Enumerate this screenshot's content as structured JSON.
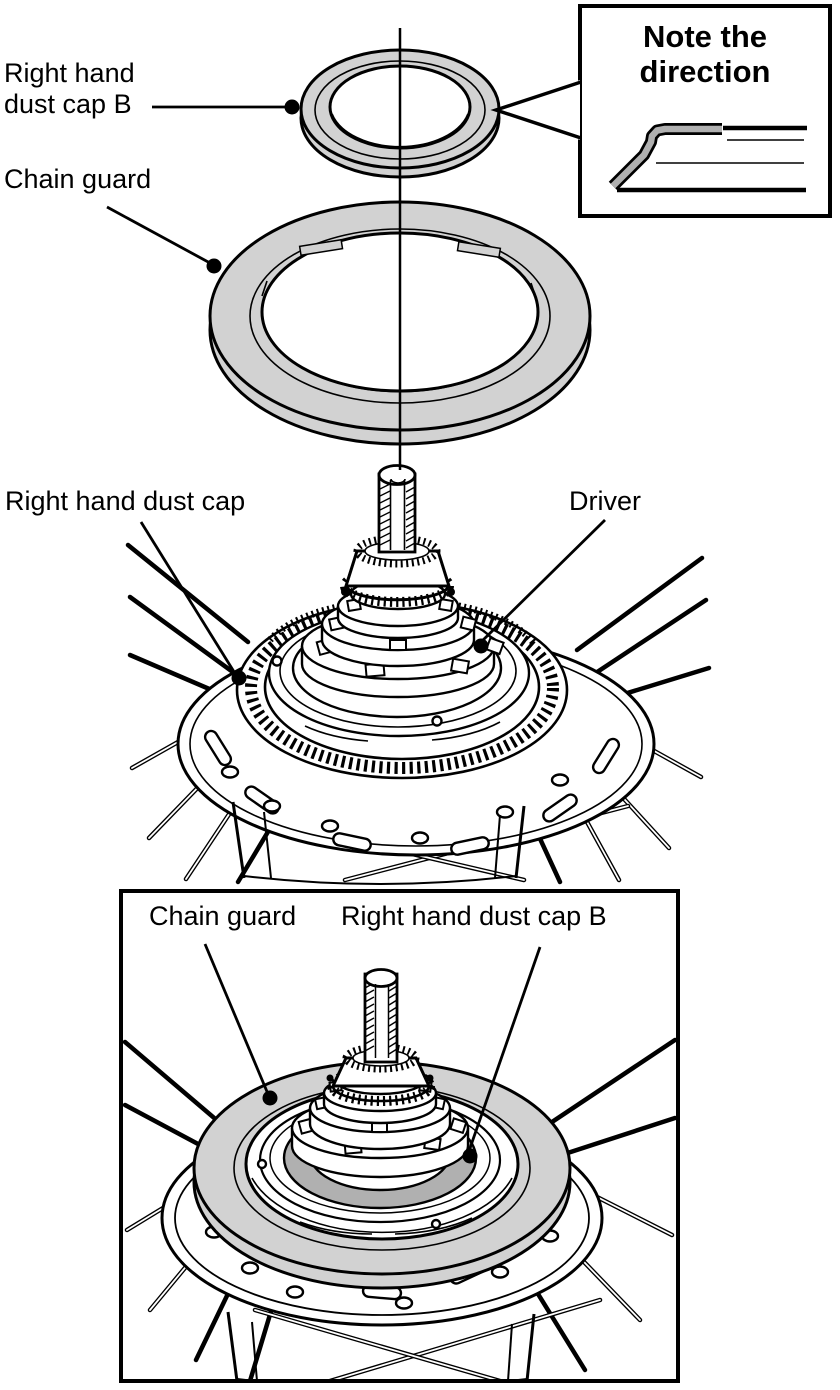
{
  "figure": {
    "top_labels": {
      "right_hand_dust_cap_b": "Right hand dust cap B",
      "chain_guard": "Chain guard"
    },
    "middle_labels": {
      "right_hand_dust_cap": "Right hand dust cap",
      "driver": "Driver"
    },
    "note_callout": {
      "title": "Note the direction"
    },
    "inset_labels": {
      "chain_guard": "Chain guard",
      "right_hand_dust_cap_b": "Right hand dust cap B"
    },
    "colors": {
      "line": "#000000",
      "part_fill_light": "#d2d2d2",
      "part_fill_dark": "#b0b0b0",
      "background": "#ffffff"
    }
  }
}
